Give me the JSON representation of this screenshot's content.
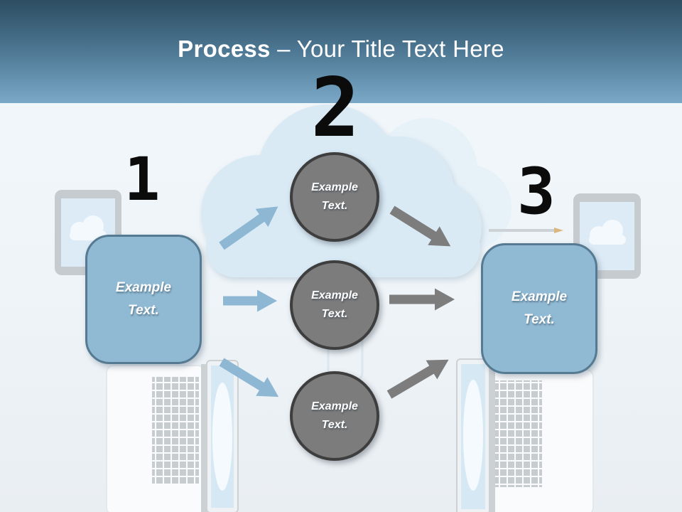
{
  "title": {
    "emphasis": "Process",
    "rest": "– Your Title Text Here"
  },
  "numbers": [
    "1",
    "2",
    "3"
  ],
  "boxes": {
    "left": {
      "label": "Example Text."
    },
    "right": {
      "label": "Example Text."
    }
  },
  "circles": [
    {
      "label": "Example Text."
    },
    {
      "label": "Example Text."
    },
    {
      "label": "Example Text."
    }
  ],
  "colors": {
    "header_top": "#2d4d61",
    "header_bottom": "#7aa9c7",
    "title_text": "#ffffff",
    "number": "#0b0b0b",
    "box_fill": "#90b9d3",
    "box_border": "#557a91",
    "box_text": "#ffffff",
    "circle_fill": "#7c7c7c",
    "circle_border": "#3e3e3e",
    "arrow_blue": "#8db7d3",
    "arrow_gray": "#7d7d7d",
    "cloud": "#d9eaf5",
    "cloud_light": "#e7f1f8",
    "device_frame": "#c6cbcf",
    "device_screen": "#d9eaf6"
  }
}
